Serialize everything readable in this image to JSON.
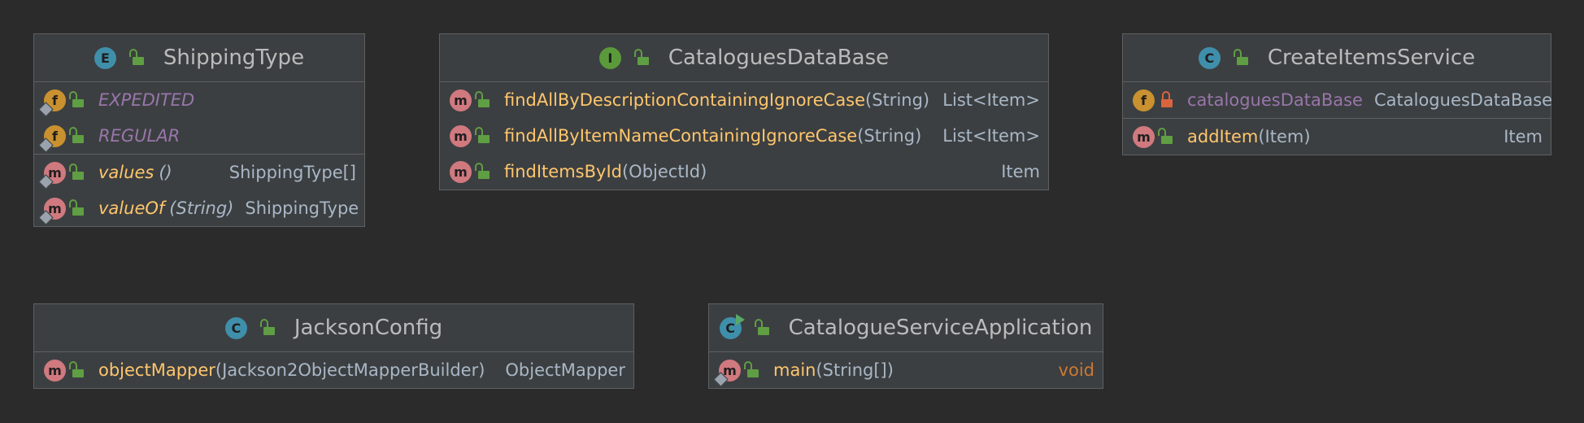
{
  "classes": {
    "shipping_type": {
      "kind_letter": "E",
      "name": "ShippingType",
      "fields": [
        {
          "name": "EXPEDITED"
        },
        {
          "name": "REGULAR"
        }
      ],
      "methods": [
        {
          "name": "values",
          "params": "()",
          "type": "ShippingType[]"
        },
        {
          "name": "valueOf",
          "params": "(String)",
          "type": "ShippingType"
        }
      ]
    },
    "catalogues_db": {
      "kind_letter": "I",
      "name": "CataloguesDataBase",
      "methods": [
        {
          "name": "findAllByDescriptionContainingIgnoreCase",
          "params": "(String)",
          "type": "List<Item>"
        },
        {
          "name": "findAllByItemNameContainingIgnoreCase",
          "params": "(String)",
          "type": "List<Item>"
        },
        {
          "name": "findItemsById",
          "params": "(ObjectId)",
          "type": "Item"
        }
      ]
    },
    "create_items": {
      "kind_letter": "C",
      "name": "CreateItemsService",
      "fields": [
        {
          "name": "cataloguesDataBase",
          "type": "CataloguesDataBase"
        }
      ],
      "methods": [
        {
          "name": "addItem",
          "params": "(Item)",
          "type": "Item"
        }
      ]
    },
    "jackson_config": {
      "kind_letter": "C",
      "name": "JacksonConfig",
      "methods": [
        {
          "name": "objectMapper",
          "params": "(Jackson2ObjectMapperBuilder)",
          "type": "ObjectMapper"
        }
      ]
    },
    "catalogue_app": {
      "kind_letter": "C",
      "name": "CatalogueServiceApplication",
      "methods": [
        {
          "name": "main",
          "params": "(String[])",
          "type": "void"
        }
      ]
    }
  },
  "icon_letters": {
    "method": "m",
    "field": "f"
  },
  "colors": {
    "background": "#2b2b2b",
    "box": "#3c3f41",
    "method_name": "#ffc66d",
    "field_name": "#9876aa",
    "void_type": "#cc7832",
    "public_lock": "#5f9e43",
    "private_lock": "#d9643d"
  },
  "icons": [
    "enum-icon",
    "interface-icon",
    "class-icon",
    "method-icon",
    "field-icon",
    "lock-icon",
    "run-icon"
  ]
}
